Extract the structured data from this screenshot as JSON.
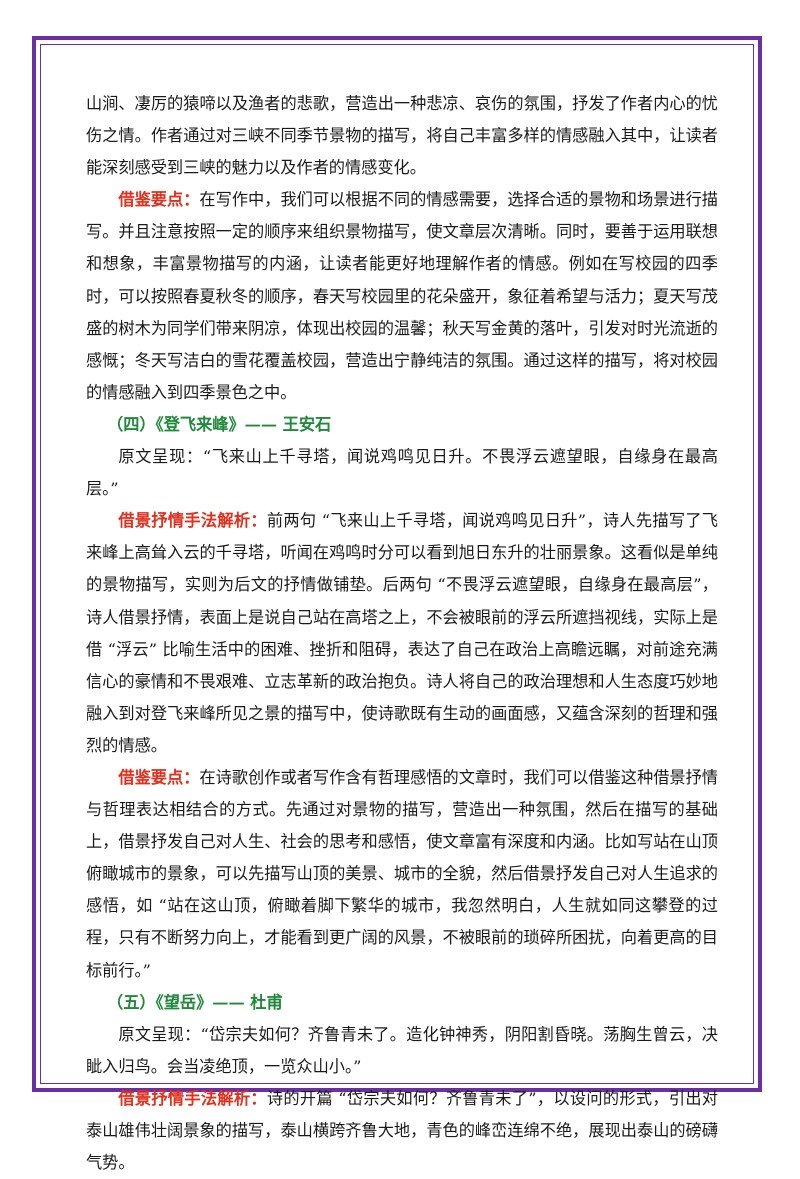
{
  "colors": {
    "frame": "#6b2fa3",
    "highlight": "#e0301e",
    "heading": "#1f8a3a",
    "text": "#1a1a1a"
  },
  "paragraphs": [
    {
      "type": "continuation",
      "text": "山涧、凄厉的猿啼以及渔者的悲歌，营造出一种悲凉、哀伤的氛围，抒发了作者内心的忧伤之情。作者通过对三峡不同季节景物的描写，将自己丰富多样的情感融入其中，让读者能深刻感受到三峡的魅力以及作者的情感变化。"
    },
    {
      "type": "labeled",
      "label": "借鉴要点：",
      "text": "在写作中，我们可以根据不同的情感需要，选择合适的景物和场景进行描写。并且注意按照一定的顺序来组织景物描写，使文章层次清晰。同时，要善于运用联想和想象，丰富景物描写的内涵，让读者能更好地理解作者的情感。例如在写校园的四季时，可以按照春夏秋冬的顺序，春天写校园里的花朵盛开，象征着希望与活力；夏天写茂盛的树木为同学们带来阴凉，体现出校园的温馨；秋天写金黄的落叶，引发对时光流逝的感慨；冬天写洁白的雪花覆盖校园，营造出宁静纯洁的氛围。通过这样的描写，将对校园的情感融入到四季景色之中。"
    },
    {
      "type": "heading",
      "text": "（四）《登飞来峰》—— 王安石"
    },
    {
      "type": "plain",
      "text": "原文呈现：“飞来山上千寻塔，闻说鸡鸣见日升。不畏浮云遮望眼，自缘身在最高层。”"
    },
    {
      "type": "labeled",
      "label": "借景抒情手法解析：",
      "text": "前两句 “飞来山上千寻塔，闻说鸡鸣见日升”，诗人先描写了飞来峰上高耸入云的千寻塔，听闻在鸡鸣时分可以看到旭日东升的壮丽景象。这看似是单纯的景物描写，实则为后文的抒情做铺垫。后两句 “不畏浮云遮望眼，自缘身在最高层”，诗人借景抒情，表面上是说自己站在高塔之上，不会被眼前的浮云所遮挡视线，实际上是借 “浮云” 比喻生活中的困难、挫折和阻碍，表达了自己在政治上高瞻远瞩，对前途充满信心的豪情和不畏艰难、立志革新的政治抱负。诗人将自己的政治理想和人生态度巧妙地融入到对登飞来峰所见之景的描写中，使诗歌既有生动的画面感，又蕴含深刻的哲理和强烈的情感。"
    },
    {
      "type": "labeled",
      "label": "借鉴要点：",
      "text": "在诗歌创作或者写作含有哲理感悟的文章时，我们可以借鉴这种借景抒情与哲理表达相结合的方式。先通过对景物的描写，营造出一种氛围，然后在描写的基础上，借景抒发自己对人生、社会的思考和感悟，使文章富有深度和内涵。比如写站在山顶俯瞰城市的景象，可以先描写山顶的美景、城市的全貌，然后借景抒发自己对人生追求的感悟，如 “站在这山顶，俯瞰着脚下繁华的城市，我忽然明白，人生就如同这攀登的过程，只有不断努力向上，才能看到更广阔的风景，不被眼前的琐碎所困扰，向着更高的目标前行。”"
    },
    {
      "type": "heading",
      "text": "（五）《望岳》—— 杜甫"
    },
    {
      "type": "plain",
      "text": "原文呈现：“岱宗夫如何？齐鲁青未了。造化钟神秀，阴阳割昏晓。荡胸生曾云，决眦入归鸟。会当凌绝顶，一览众山小。”"
    },
    {
      "type": "labeled",
      "label": "借景抒情手法解析：",
      "text": "诗的开篇 “岱宗夫如何？齐鲁青未了”，以设问的形式，引出对泰山雄伟壮阔景象的描写，泰山横跨齐鲁大地，青色的峰峦连绵不绝，展现出泰山的磅礴气势。"
    }
  ]
}
